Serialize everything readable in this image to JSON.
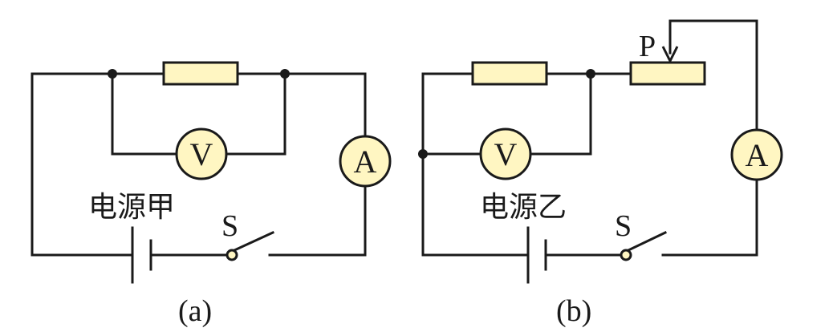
{
  "circuit_a": {
    "voltmeter": "V",
    "ammeter": "A",
    "source_label": "电源甲",
    "switch_label": "S",
    "caption": "(a)"
  },
  "circuit_b": {
    "voltmeter": "V",
    "ammeter": "A",
    "source_label": "电源乙",
    "switch_label": "S",
    "slider_label": "P",
    "caption": "(b)"
  }
}
